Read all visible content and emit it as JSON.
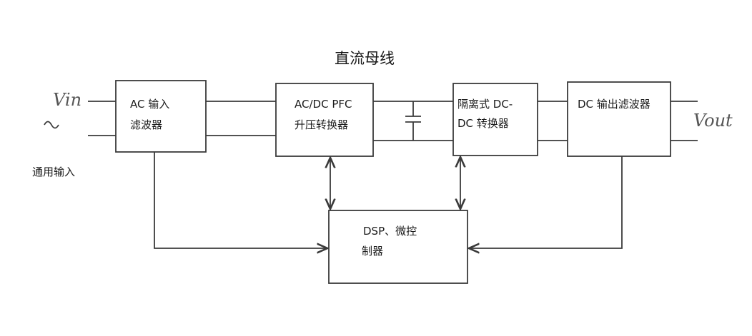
{
  "diagram": {
    "bus_label": "直流母线",
    "input_label_vin": "Vin",
    "input_label_universal": "通用输入",
    "output_label_vout": "Vout",
    "blocks": {
      "ac_filter": {
        "line1": "AC 输入",
        "line2": "滤波器"
      },
      "pfc": {
        "line1": "AC/DC PFC",
        "line2": "升压转换器"
      },
      "dcdc": {
        "line1": "隔离式 DC-",
        "line2": "DC 转换器"
      },
      "dc_filter": {
        "line1": "DC 输出滤波器"
      },
      "dsp": {
        "line1": "DSP、微控",
        "line2": "制器"
      }
    }
  }
}
